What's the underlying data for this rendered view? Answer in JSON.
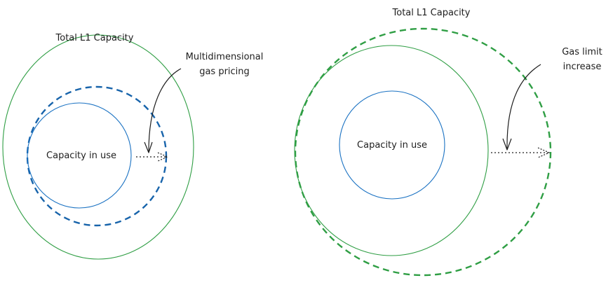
{
  "left_diagram": {
    "title": "Total L1 Capacity",
    "inner_label": "Capacity in use",
    "annotation_line1": "Multidimensional",
    "annotation_line2": "gas pricing"
  },
  "right_diagram": {
    "title": "Total L1 Capacity",
    "inner_label": "Capacity in use",
    "annotation_line1": "Gas limit",
    "annotation_line2": "increase"
  },
  "colors": {
    "total_capacity_stroke": "#2f9e44",
    "capacity_in_use_stroke": "#1971c2",
    "blue_dashed_stroke": "#1864ab",
    "green_dashed_stroke": "#2f9e44",
    "arrow_stroke": "#1e1e1e",
    "text": "#1e1e1e"
  }
}
